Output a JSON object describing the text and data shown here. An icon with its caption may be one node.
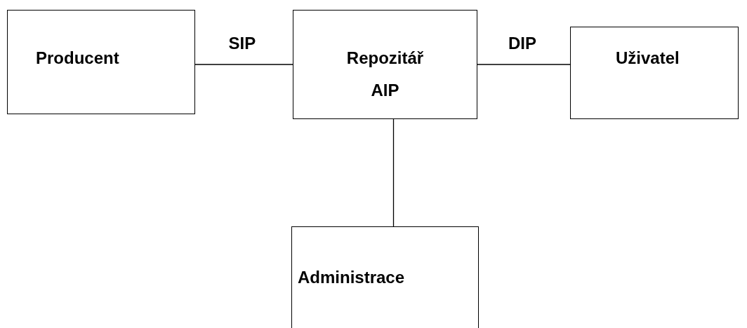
{
  "diagram": {
    "nodes": [
      {
        "text": [
          "Producent"
        ]
      },
      {
        "text": [
          "Repozitář",
          "AIP"
        ]
      },
      {
        "text": [
          "Uživatel"
        ]
      },
      {
        "text": [
          "Administrace"
        ]
      }
    ],
    "edges": [
      {
        "from": 0,
        "to": 1,
        "arrow": "none",
        "label": "SIP"
      },
      {
        "from": 1,
        "to": 2,
        "arrow": "none",
        "label": "DIP"
      },
      {
        "from": 1,
        "to": 3,
        "arrow": "none"
      }
    ]
  }
}
